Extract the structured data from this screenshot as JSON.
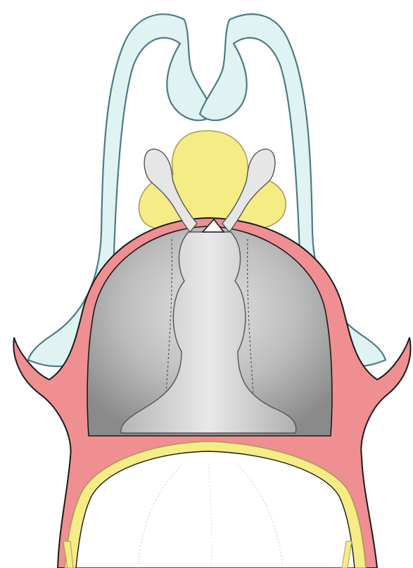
{
  "diagram": {
    "colors": {
      "background": "#ffffff",
      "outer_layer_fill": "#dff3f2",
      "outer_layer_stroke": "#4e7a86",
      "middle_layer_fill": "#ef8f92",
      "middle_layer_stroke": "#1a1a1a",
      "yellow_fill": "#f5ec86",
      "yellow_stroke": "#a89e52",
      "cavity_fill": "#8e8e8e",
      "cavity_light": "#d6d6d6",
      "tube_fill": "#c9c9c9",
      "tube_stroke": "#555555",
      "dotted_line": "#c9c9c9"
    },
    "icons": {
      "outer_layer": "light-blue-outer-membrane",
      "middle_layer": "pink-middle-wall",
      "yellow_mass": "yellow-central-mass",
      "cavity": "gray-central-cavity",
      "tube": "gray-branching-tube"
    }
  }
}
